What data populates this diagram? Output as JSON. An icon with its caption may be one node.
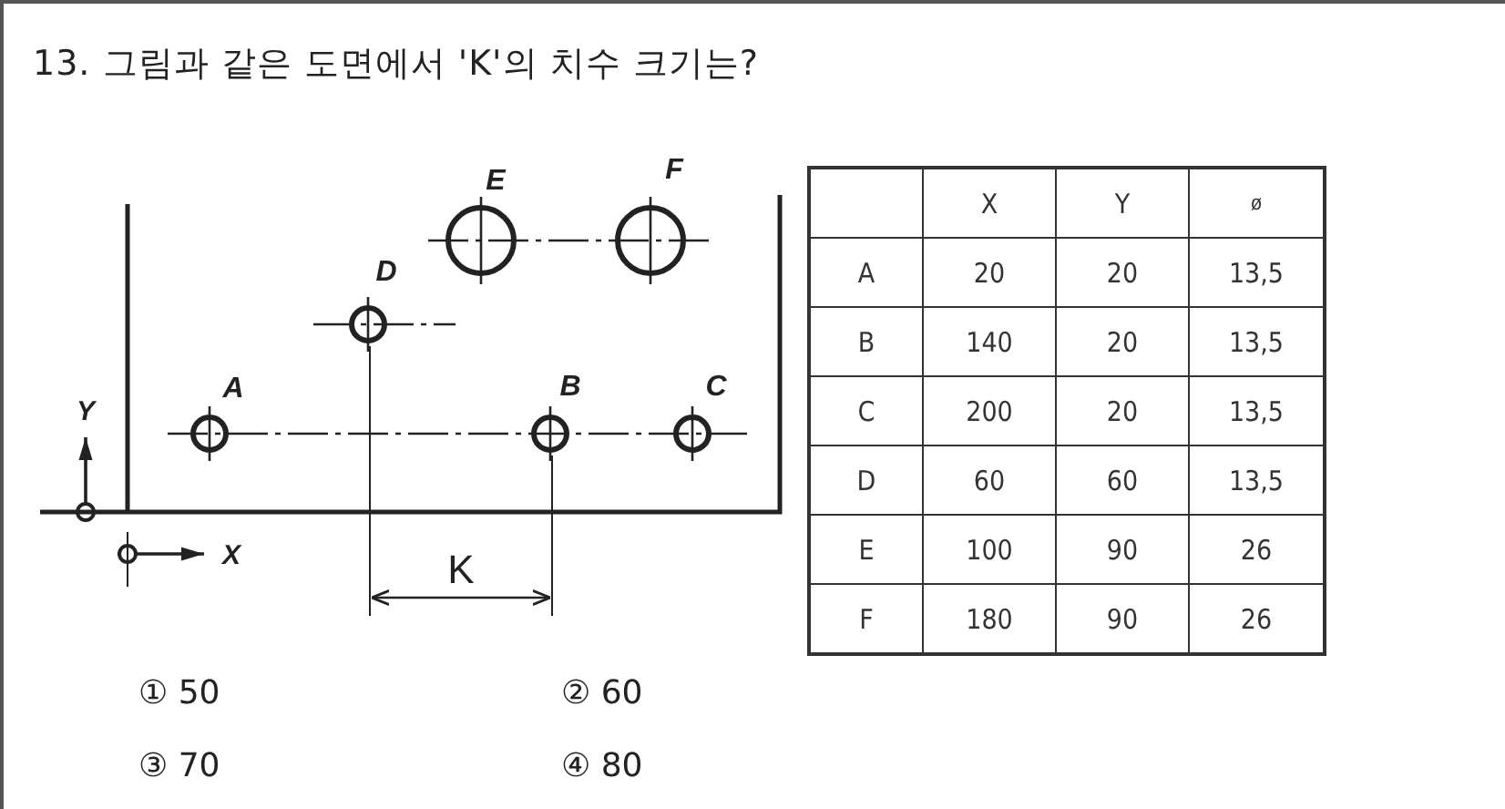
{
  "diagram": {
    "title": "13. 그림과 같은 도면에서 'K'의 치수 크기는?",
    "labels": [
      "E",
      "F",
      "D",
      "A",
      "B",
      "C",
      "Y",
      "X",
      "K",
      "X",
      "Y",
      "ø",
      "A",
      "20",
      "20",
      "13,5",
      "B",
      "140",
      "20",
      "13,5",
      "C",
      "200",
      "20",
      "13,5",
      "D",
      "60",
      "60",
      "13,5",
      "E",
      "100",
      "90",
      "26",
      "F",
      "180",
      "90",
      "26",
      "① 50",
      "② 60",
      "③ 70",
      "④ 80"
    ]
  }
}
